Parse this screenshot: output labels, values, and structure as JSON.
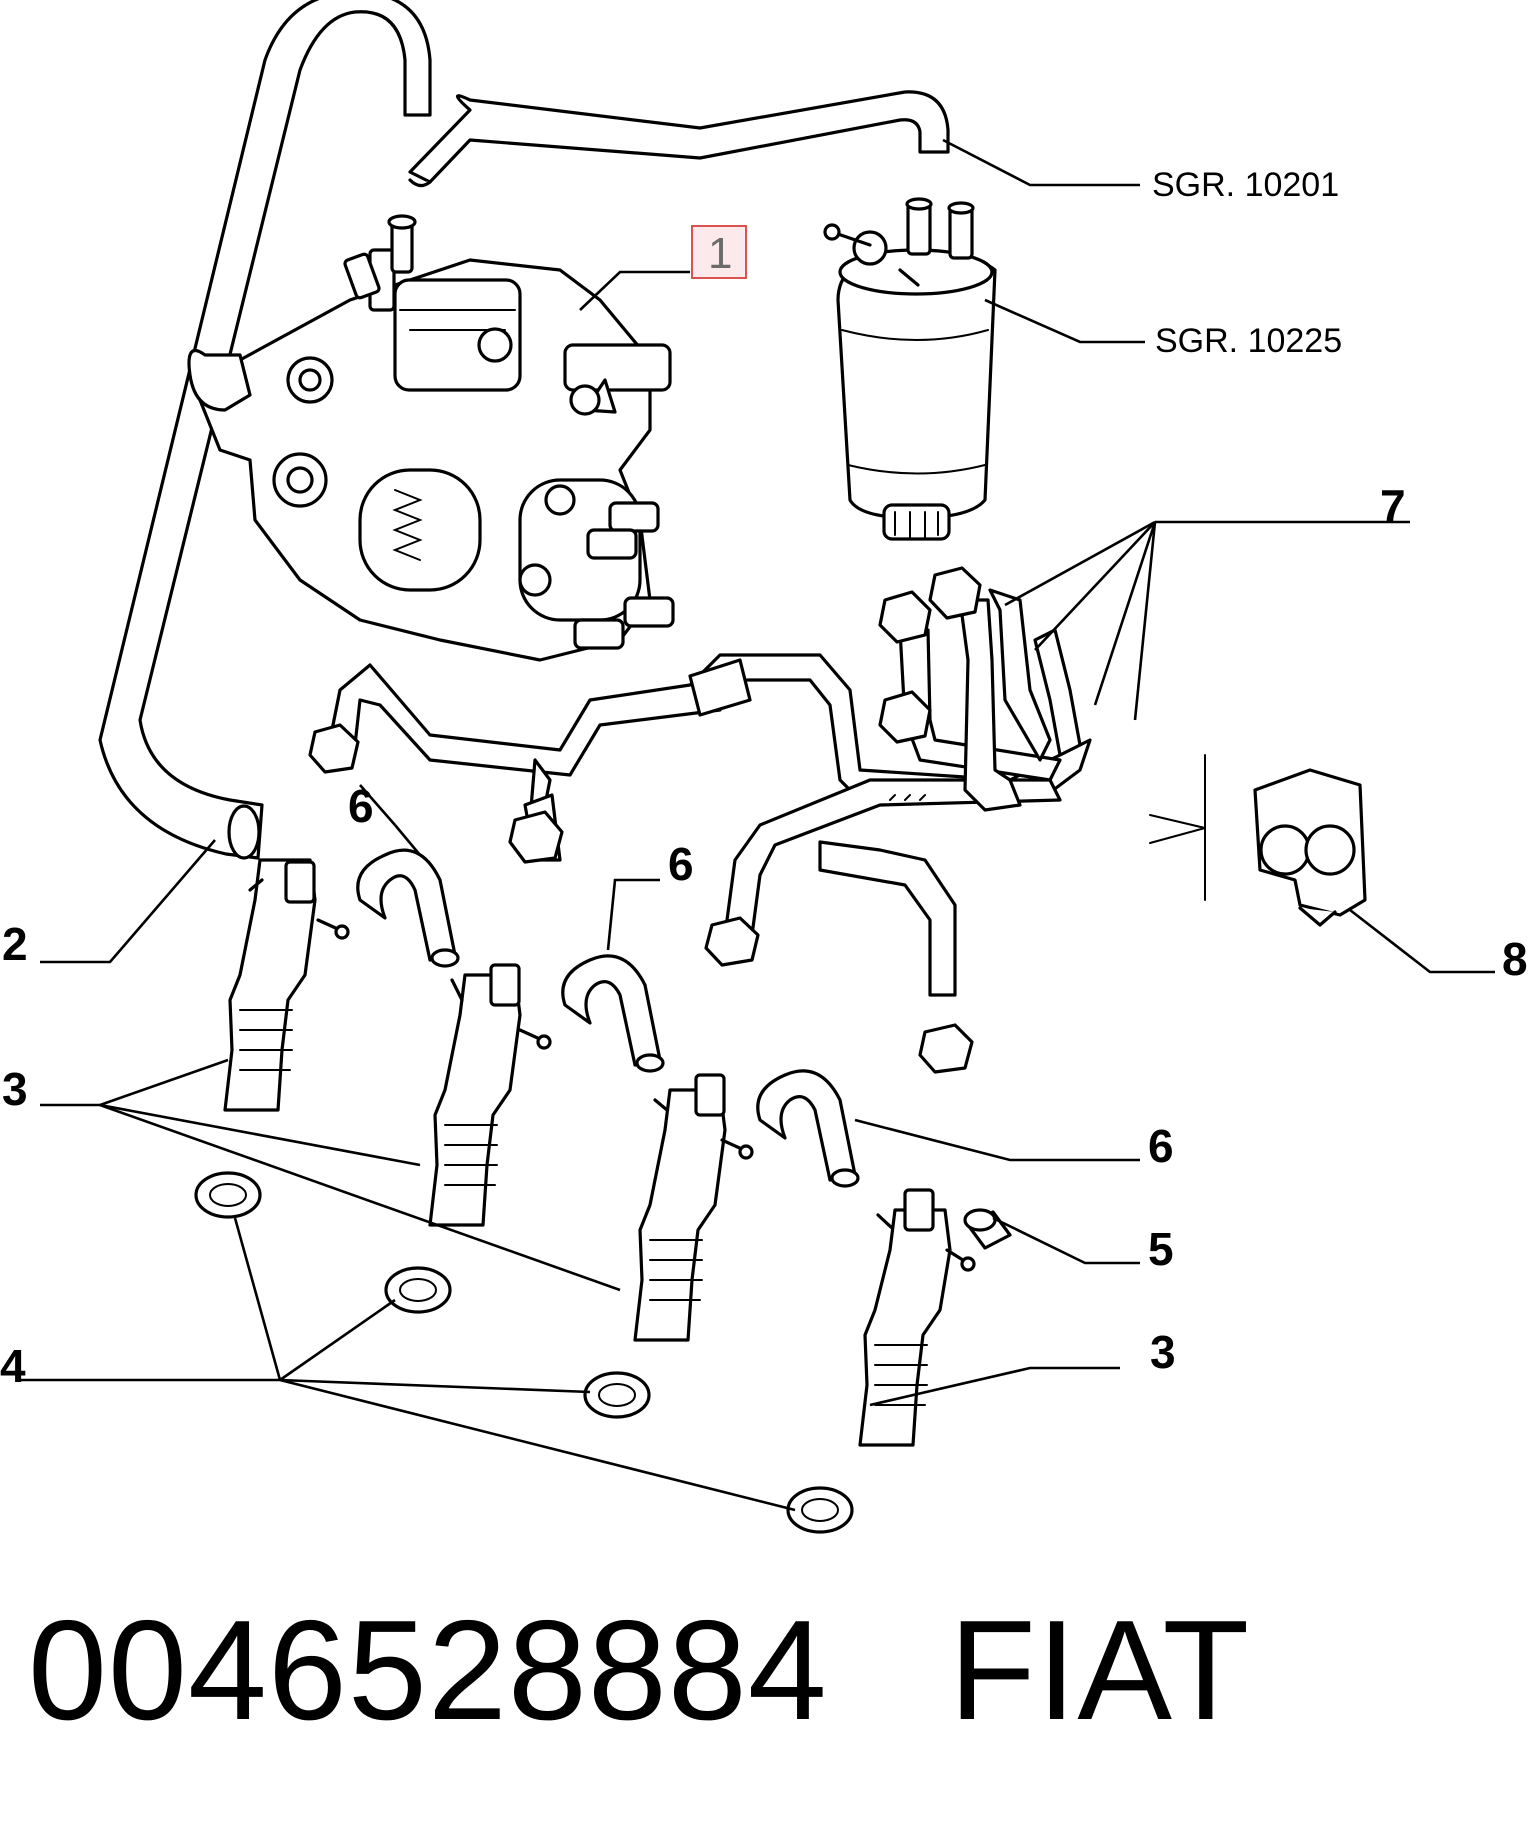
{
  "callouts": {
    "c1": "1",
    "c2": "2",
    "c3a": "3",
    "c3b": "3",
    "c4": "4",
    "c5": "5",
    "c6a": "6",
    "c6b": "6",
    "c6c": "6",
    "c7": "7",
    "c8": "8"
  },
  "refs": {
    "r1": "SGR. 10201",
    "r2": "SGR. 10225"
  },
  "footer": {
    "part_number": "0046528884",
    "brand": "FIAT"
  },
  "colors": {
    "highlight_fill": "#fbe9ec",
    "highlight_stroke": "#d9534f",
    "highlight_text": "#6b6b6b"
  }
}
